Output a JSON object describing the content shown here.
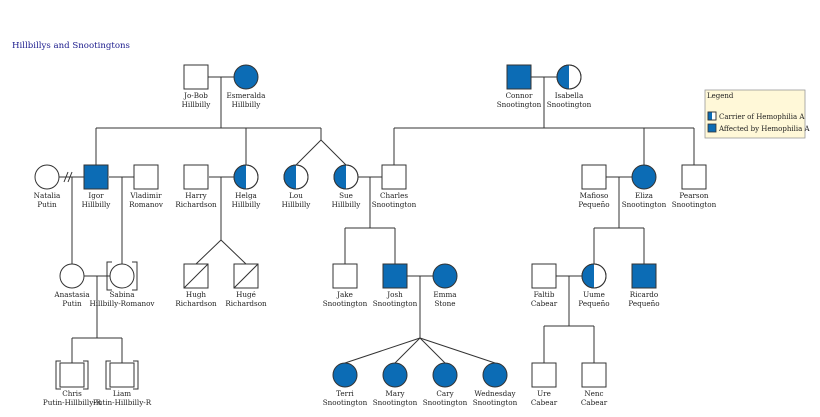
{
  "title": "Hillbillys and Snootingtons",
  "colors": {
    "affected": "#0c6cb5",
    "line": "#333333",
    "legend_bg": "#fff8d8",
    "title": "#1a1a8c"
  },
  "legend": {
    "title": "Legend",
    "items": [
      {
        "key": "carrier",
        "label": "Carrier of Hemophilia A"
      },
      {
        "key": "affected",
        "label": "Affected by Hemophilia A"
      }
    ]
  },
  "people": {
    "jobob": {
      "line1": "Jo-Bob",
      "line2": "Hillbilly",
      "sex": "male",
      "status": "normal"
    },
    "esmer": {
      "line1": "Esmeralda",
      "line2": "Hillbilly",
      "sex": "female",
      "status": "affected"
    },
    "connor": {
      "line1": "Connor",
      "line2": "Snootington",
      "sex": "male",
      "status": "affected"
    },
    "isabella": {
      "line1": "Isabella",
      "line2": "Snootington",
      "sex": "female",
      "status": "carrier"
    },
    "natalia": {
      "line1": "Natalia",
      "line2": "Putin",
      "sex": "female",
      "status": "normal"
    },
    "igor": {
      "line1": "Igor",
      "line2": "Hillbilly",
      "sex": "male",
      "status": "affected"
    },
    "vladimir": {
      "line1": "Vladimir",
      "line2": "Romanov",
      "sex": "male",
      "status": "normal"
    },
    "harry": {
      "line1": "Harry",
      "line2": "Richardson",
      "sex": "male",
      "status": "normal"
    },
    "helga": {
      "line1": "Helga",
      "line2": "Hillbilly",
      "sex": "female",
      "status": "carrier"
    },
    "lou": {
      "line1": "Lou",
      "line2": "Hillbilly",
      "sex": "female",
      "status": "carrier"
    },
    "sue": {
      "line1": "Sue",
      "line2": "Hillbilly",
      "sex": "female",
      "status": "carrier"
    },
    "charles": {
      "line1": "Charles",
      "line2": "Snootington",
      "sex": "male",
      "status": "normal"
    },
    "mafioso": {
      "line1": "Mafioso",
      "line2": "Pequeño",
      "sex": "male",
      "status": "normal"
    },
    "eliza": {
      "line1": "Eliza",
      "line2": "Snootington",
      "sex": "female",
      "status": "affected"
    },
    "pearson": {
      "line1": "Pearson",
      "line2": "Snootington",
      "sex": "male",
      "status": "normal"
    },
    "anastasia": {
      "line1": "Anastasia",
      "line2": "Putin",
      "sex": "female",
      "status": "normal"
    },
    "sabina": {
      "line1": "Sabina",
      "line2": "Hillbilly-Romanov",
      "sex": "female",
      "status": "normal"
    },
    "hugh": {
      "line1": "Hugh",
      "line2": "Richardson",
      "sex": "male",
      "status": "deceased"
    },
    "huge": {
      "line1": "Hugé",
      "line2": "Richardson",
      "sex": "male",
      "status": "deceased"
    },
    "jake": {
      "line1": "Jake",
      "line2": "Snootington",
      "sex": "male",
      "status": "normal"
    },
    "josh": {
      "line1": "Josh",
      "line2": "Snootington",
      "sex": "male",
      "status": "affected"
    },
    "emma": {
      "line1": "Emma",
      "line2": "Stone",
      "sex": "female",
      "status": "affected"
    },
    "faltib": {
      "line1": "Faltib",
      "line2": "Cabear",
      "sex": "male",
      "status": "normal"
    },
    "uume": {
      "line1": "Uume",
      "line2": "Pequeño",
      "sex": "female",
      "status": "carrier"
    },
    "ricardo": {
      "line1": "Ricardo",
      "line2": "Pequeño",
      "sex": "male",
      "status": "affected"
    },
    "chris": {
      "line1": "Chris",
      "line2": "Putin-Hillbilly-R",
      "sex": "male",
      "status": "normal"
    },
    "liam": {
      "line1": "Liam",
      "line2": "Putin-Hillbilly-R",
      "sex": "male",
      "status": "normal"
    },
    "terri": {
      "line1": "Terri",
      "line2": "Snootington",
      "sex": "female",
      "status": "affected"
    },
    "mary": {
      "line1": "Mary",
      "line2": "Snootington",
      "sex": "female",
      "status": "affected"
    },
    "cary": {
      "line1": "Cary",
      "line2": "Snootington",
      "sex": "female",
      "status": "affected"
    },
    "wednesday": {
      "line1": "Wednesday",
      "line2": "Snootington",
      "sex": "female",
      "status": "affected"
    },
    "ure": {
      "line1": "Ure",
      "line2": "Cabear",
      "sex": "male",
      "status": "normal"
    },
    "nenc": {
      "line1": "Nenc",
      "line2": "Cabear",
      "sex": "male",
      "status": "normal"
    }
  }
}
